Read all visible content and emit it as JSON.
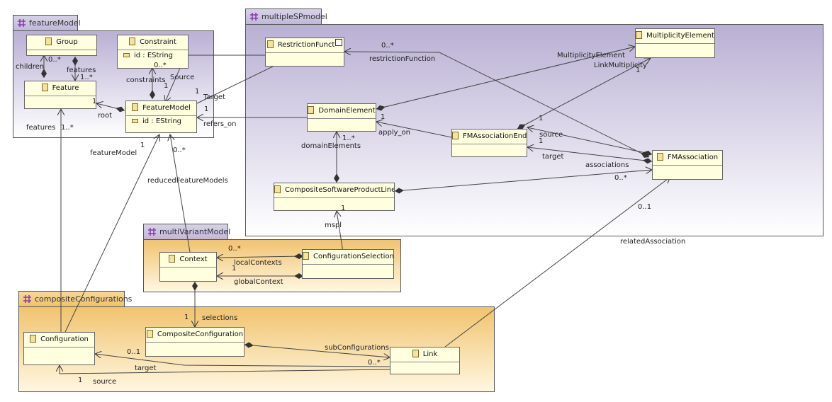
{
  "packages": {
    "featureModel": "featureModel",
    "multipleSPmodel": "multipleSPmodel",
    "multiVariantModel": "multiVariantModel",
    "compositeConfigurations": "compositeConfigurations"
  },
  "classes": {
    "group": "Group",
    "constraint": "Constraint",
    "constraint_attr": "id : EString",
    "feature": "Feature",
    "featureModel": "FeatureModel",
    "featureModel_attr": "id : EString",
    "restrictionFunction": "RestrictionFunct",
    "multiplicityElement": "MultiplicityElement",
    "domainElement": "DomainElement",
    "fmAssociationEnd": "FMAssociationEnd",
    "fmAssociation": "FMAssociation",
    "compositeSPL": "CompositeSoftwareProductLine",
    "context": "Context",
    "configurationSelection": "ConfigurationSelection",
    "configuration": "Configuration",
    "compositeConfiguration": "CompositeConfiguration",
    "link": "Link"
  },
  "labels": {
    "children": "children",
    "mult_0star_group": "0..*",
    "features_top": "features",
    "mult_1star_features": "1..*",
    "constraints": "constraints",
    "mult_0star_constraints": "0..*",
    "source_fm": "Source",
    "target_fm": "Target",
    "mult_1_target": "1",
    "mult_1_fm": "1",
    "root": "root",
    "mult_1_root": "1",
    "refers_on": "refers_on",
    "mult_1_refers": "1",
    "features_left": "features",
    "mult_1star_left": "1..*",
    "featureModel_lbl": "featureModel",
    "mult_1_featureModel": "1",
    "mult_0star_reduced": "0..*",
    "reducedFeatureModels": "reducedFeatureModels",
    "mult_0star_restriction": "0..*",
    "restrictionFunction": "restrictionFunction",
    "multiplicityElement": "MultiplicityElement",
    "linkMultiplicity": "LinkMultiplicity",
    "mult_1_multiplicity": "1",
    "mult_1_domain": "1",
    "apply_on": "apply_on",
    "mult_1star_domain": "1..*",
    "domainElements": "domainElements",
    "mult_1_assocend": "1",
    "source_assoc": "source",
    "mult_1_assocend2": "1",
    "target_assoc": "target",
    "associations": "associations",
    "mult_0star_assoc": "0..*",
    "mult_01_related": "0..1",
    "relatedAssociation": "relatedAssociation",
    "mult_1_mspl": "1",
    "mspl": "mspl",
    "mult_0star_local": "0..*",
    "localContexts": "localContexts",
    "mult_1_global": "1",
    "globalContext": "globalContext",
    "mult_1_selections": "1",
    "selections": "selections",
    "subConfigurations": "subConfigurations",
    "mult_0star_sub": "0..*",
    "mult_01_target": "0..1",
    "target_link": "target",
    "mult_1_source": "1",
    "source_link": "source"
  },
  "colors": {
    "purple_pkg": "#b9b0d4",
    "orange_pkg": "#f1c36e",
    "class_fill": "#ffffe0"
  }
}
